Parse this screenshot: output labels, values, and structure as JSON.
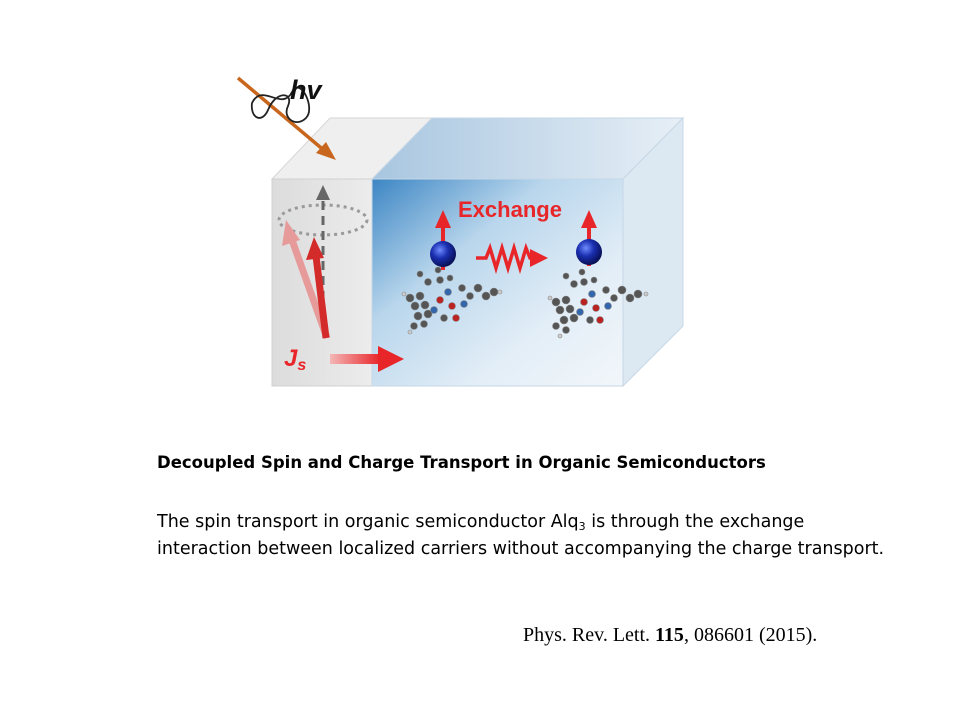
{
  "figure": {
    "photon_label": "hv",
    "exchange_label": "Exchange",
    "spin_current_label": "J",
    "spin_current_subscript": "s",
    "colors": {
      "arrow_red": "#e8262a",
      "photon_orange": "#c8661e",
      "electron_blue": "#1a2fb0",
      "cube_blue": "#cfe3f2",
      "ferromagnet_gray": "#e6e6e6"
    }
  },
  "caption": {
    "title": "Decoupled Spin and Charge Transport in Organic Semiconductors",
    "body_pre": "The spin transport in organic semiconductor Alq",
    "body_sub": "3",
    "body_post": " is through the exchange interaction between localized carriers without accompanying the charge transport."
  },
  "citation": {
    "journal": "Phys. Rev. Lett.",
    "volume": "115",
    "rest": ", 086601 (2015)."
  }
}
